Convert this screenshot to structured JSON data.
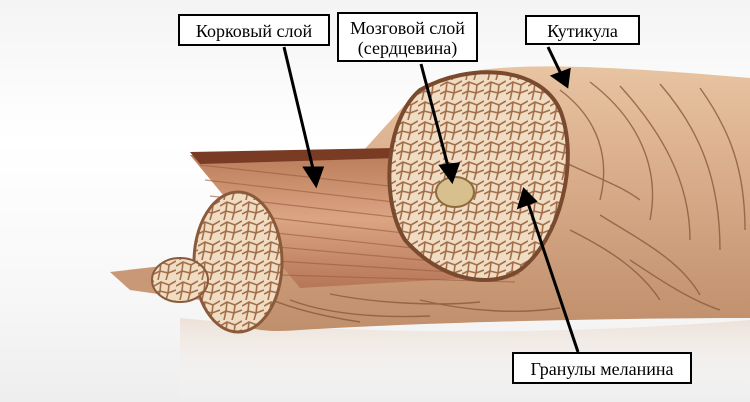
{
  "labels": {
    "cortex": "Корковый слой",
    "medulla_line1": "Мозговой слой",
    "medulla_line2": "(сердцевина)",
    "cuticle": "Кутикула",
    "melanin": "Гранулы меланина"
  },
  "colors": {
    "cuticle_outer": "#d9b08c",
    "cuticle_scale_lines": "#8a5a3a",
    "cortex_fibers": "#c98b67",
    "cross_section": "#e9d3b8",
    "cell_outline": "#9c6a48",
    "medulla_core": "#d8c08e",
    "label_border": "#000000",
    "arrow": "#000000"
  },
  "icons": [
    "arrow-pointer"
  ]
}
